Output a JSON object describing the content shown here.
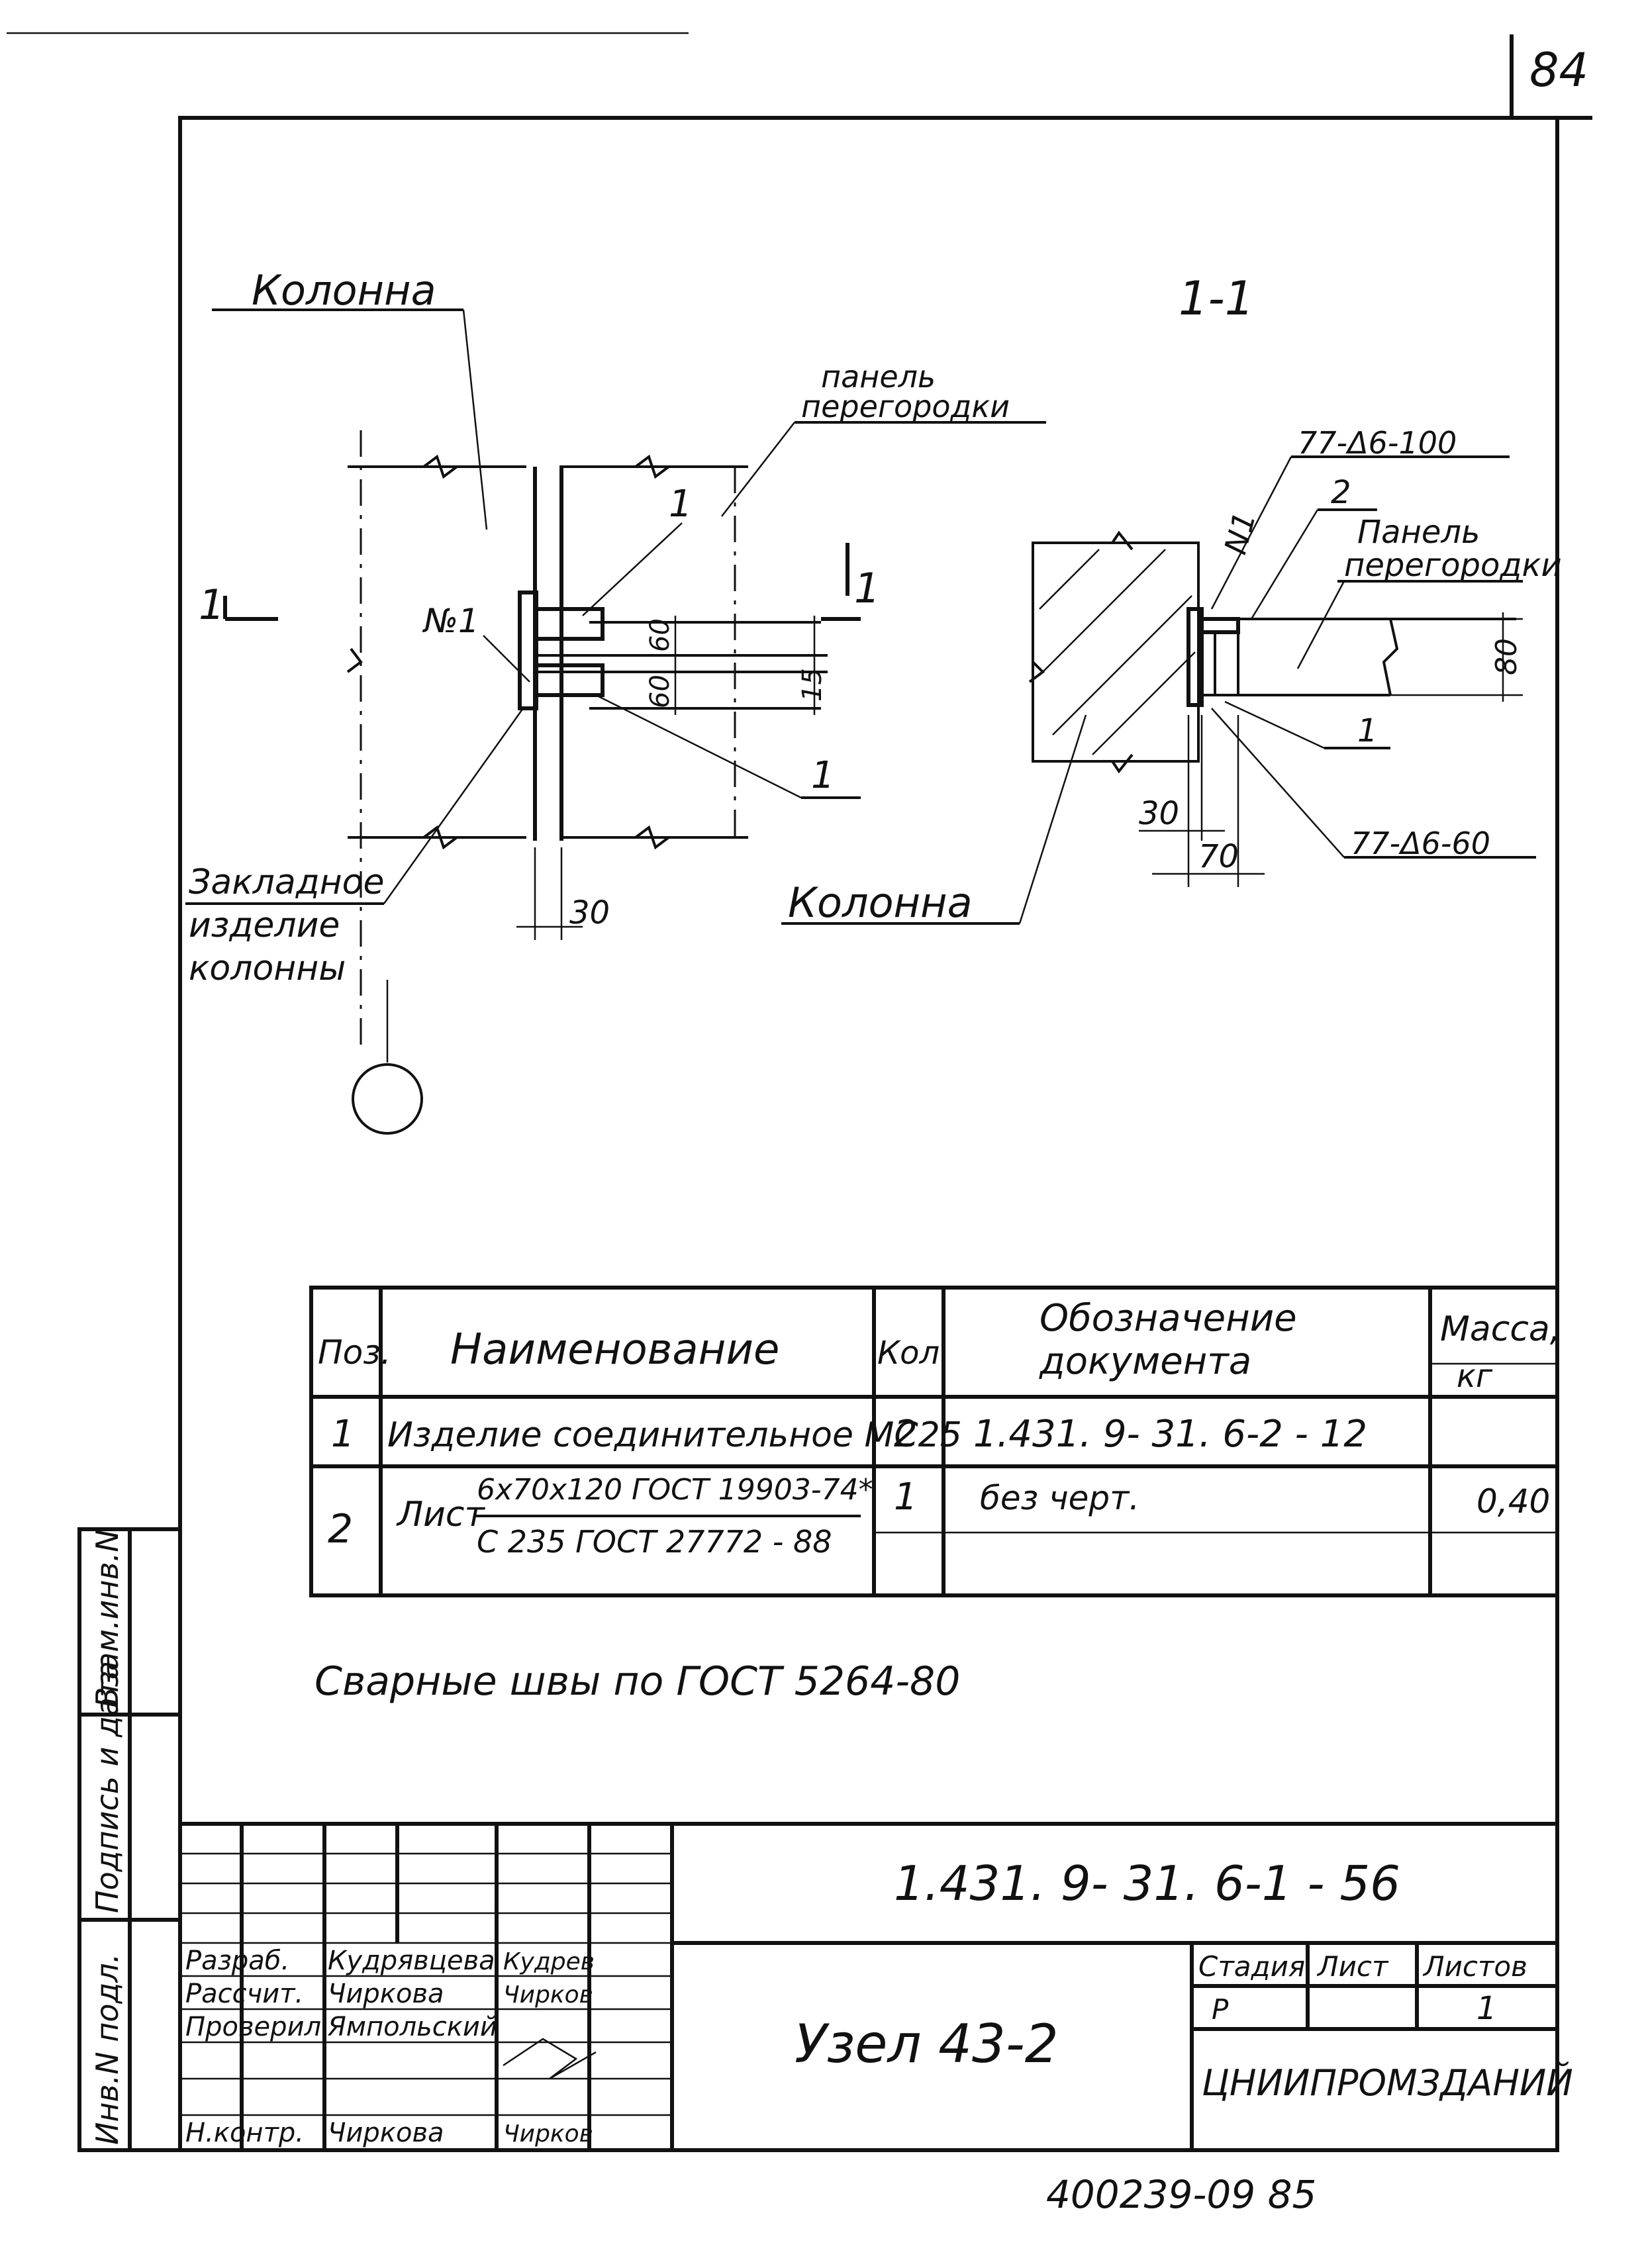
{
  "sheet_number": "84",
  "section_label": "1-1",
  "left_view": {
    "column_label": "Колонна",
    "panel_label_line1": "панель",
    "panel_label_line2": "перегородки",
    "section_mark_left": "1",
    "section_mark_right": "1",
    "weld_mark": "№1",
    "part_ref_top": "1",
    "part_ref_bottom": "1",
    "dim_60_top": "60",
    "dim_60_bottom": "60",
    "dim_15": "15",
    "dim_30": "30",
    "embedded_label_line1": "Закладное",
    "embedded_label_line2": "изделие",
    "embedded_label_line3": "колонны"
  },
  "right_view": {
    "weld_top": "77-Δ6-100",
    "part_ref_2": "2",
    "weld_no": "N1",
    "panel_label_line1": "Панель",
    "panel_label_line2": "перегородки",
    "dim_80": "80",
    "part_ref_1": "1",
    "dim_30": "30",
    "dim_70": "70",
    "weld_bottom": "77-Δ6-60",
    "column_label": "Колонна"
  },
  "spec_table": {
    "headers": {
      "pos": "Поз.",
      "name": "Наименование",
      "qty": "Кол.",
      "doc_line1": "Обозначение",
      "doc_line2": "документа",
      "mass_line1": "Масса,",
      "mass_line2": "кг"
    },
    "rows": [
      {
        "pos": "1",
        "name": "Изделие соединительное МС25",
        "qty": "2",
        "doc": "1.431. 9- 31. 6-2 - 12",
        "mass": ""
      },
      {
        "pos": "2",
        "name_prefix": "Лист",
        "name_top": "6х70х120 ГОСТ 19903-74*",
        "name_bottom": "С 235 ГОСТ 27772 - 88",
        "qty": "1",
        "doc": "без черт.",
        "mass": "0,40"
      }
    ]
  },
  "weld_note": "Сварные швы по ГОСТ 5264-80",
  "title_block": {
    "document_code": "1.431. 9- 31. 6-1 - 56",
    "title": "Узел 43-2",
    "roles": [
      {
        "role": "Разраб.",
        "name": "Кудрявцева",
        "signature": "Кудрев"
      },
      {
        "role": "Рассчит.",
        "name": "Чиркова",
        "signature": "Чирков"
      },
      {
        "role": "Проверил",
        "name": "Ямпольский",
        "signature": ""
      },
      {
        "role": "Н.контр.",
        "name": "Чиркова",
        "signature": "Чирков"
      }
    ],
    "stage_header": "Стадия",
    "sheet_header": "Лист",
    "sheets_header": "Листов",
    "stage_value": "Р",
    "sheet_value": "",
    "sheets_value": "1",
    "organization": "ЦНИИПРОМЗДАНИЙ"
  },
  "side_stamp": {
    "inv_no": "Инв.N подл.",
    "sign_date": "Подпись и дата",
    "replaces": "Взам.инв.N"
  },
  "archive_number": "400239-09 85"
}
